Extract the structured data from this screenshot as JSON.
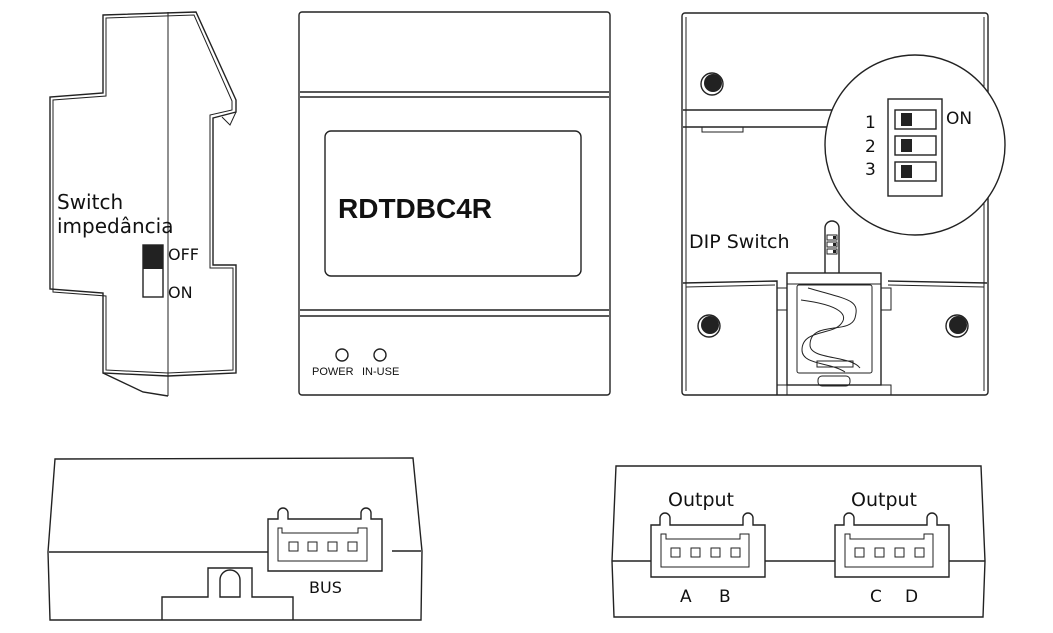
{
  "side_view": {
    "switch_label_line1": "Switch",
    "switch_label_line2": "impedância",
    "switch_off_label": "OFF",
    "switch_on_label": "ON",
    "switch_state": "OFF"
  },
  "front_view": {
    "model": "RDTDBC4R",
    "led_power_label": "POWER",
    "led_inuse_label": "IN-USE"
  },
  "back_view": {
    "dip_label": "DIP Switch",
    "dip_on_label": "ON",
    "dip_switches": [
      {
        "number": "1",
        "state": "OFF"
      },
      {
        "number": "2",
        "state": "OFF"
      },
      {
        "number": "3",
        "state": "OFF"
      }
    ]
  },
  "bottom_bus_view": {
    "connector_label": "BUS",
    "pins": 4
  },
  "bottom_output_view": {
    "connectors": [
      {
        "title": "Output",
        "pin_label_a": "A",
        "pin_label_b": "B",
        "pins": 4
      },
      {
        "title": "Output",
        "pin_label_a": "C",
        "pin_label_b": "D",
        "pins": 4
      }
    ]
  }
}
